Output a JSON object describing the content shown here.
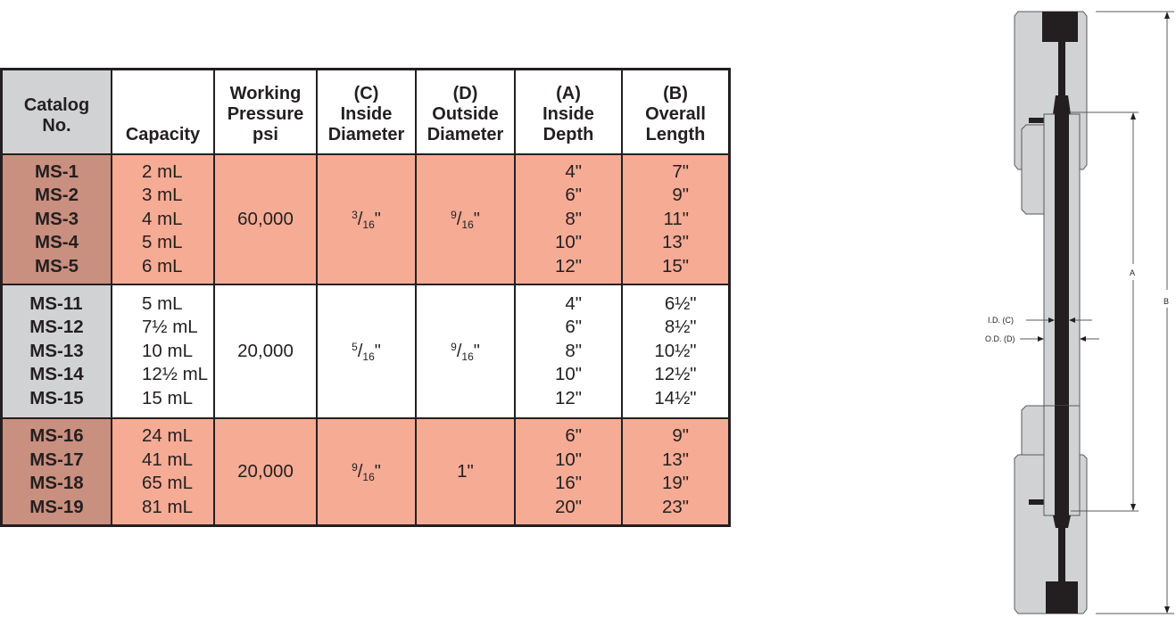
{
  "table": {
    "headers": [
      {
        "id": "catalog",
        "line1": "Catalog",
        "line2": "No.",
        "line3": ""
      },
      {
        "id": "capacity",
        "line1": "",
        "line2": "",
        "line3": "Capacity"
      },
      {
        "id": "pressure",
        "line1": "Working",
        "line2": "Pressure",
        "line3": "psi"
      },
      {
        "id": "id",
        "line1": "(C)",
        "line2": "Inside",
        "line3": "Diameter"
      },
      {
        "id": "od",
        "line1": "(D)",
        "line2": "Outside",
        "line3": "Diameter"
      },
      {
        "id": "depth",
        "line1": "(A)",
        "line2": "Inside",
        "line3": "Depth"
      },
      {
        "id": "length",
        "line1": "(B)",
        "line2": "Overall",
        "line3": "Length"
      }
    ],
    "groups": [
      {
        "catalog": [
          "MS-1",
          "MS-2",
          "MS-3",
          "MS-4",
          "MS-5"
        ],
        "capacity": [
          "2 mL",
          "3 mL",
          "4 mL",
          "5 mL",
          "6 mL"
        ],
        "pressure": "60,000",
        "inside_diameter": {
          "num": "3",
          "den": "16",
          "unit": "\""
        },
        "outside_diameter": {
          "num": "9",
          "den": "16",
          "unit": "\""
        },
        "inside_depth": [
          "4\"",
          "6\"",
          "8\"",
          "10\"",
          "12\""
        ],
        "overall_length": [
          "7\"",
          "9\"",
          "11\"",
          "13\"",
          "15\""
        ],
        "row_color": "#f6ab95",
        "catalog_color": "#c98f7f"
      },
      {
        "catalog": [
          "MS-11",
          "MS-12",
          "MS-13",
          "MS-14",
          "MS-15"
        ],
        "capacity": [
          "5 mL",
          "7½ mL",
          "10 mL",
          "12½ mL",
          "15 mL"
        ],
        "pressure": "20,000",
        "inside_diameter": {
          "num": "5",
          "den": "16",
          "unit": "\""
        },
        "outside_diameter": {
          "num": "9",
          "den": "16",
          "unit": "\""
        },
        "inside_depth": [
          "4\"",
          "6\"",
          "8\"",
          "10\"",
          "12\""
        ],
        "overall_length": [
          "6½\"",
          "8½\"",
          "10½\"",
          "12½\"",
          "14½\""
        ],
        "row_color": "#ffffff",
        "catalog_color": "#d1d2d4"
      },
      {
        "catalog": [
          "MS-16",
          "MS-17",
          "MS-18",
          "MS-19"
        ],
        "capacity": [
          "24 mL",
          "41 mL",
          "65 mL",
          "81 mL"
        ],
        "pressure": "20,000",
        "inside_diameter": {
          "num": "9",
          "den": "16",
          "unit": "\""
        },
        "outside_diameter": {
          "num": "",
          "den": "",
          "unit": "1\""
        },
        "inside_depth": [
          "6\"",
          "10\"",
          "16\"",
          "20\""
        ],
        "overall_length": [
          "9\"",
          "13\"",
          "19\"",
          "23\""
        ],
        "row_color": "#f6ab95",
        "catalog_color": "#c98f7f"
      }
    ]
  },
  "diagram": {
    "labels": {
      "inside_diameter": "I.D. (C)",
      "outside_diameter": "O.D. (D)",
      "inside_depth": "A",
      "overall_length": "B"
    },
    "colors": {
      "body": "#d1d2d4",
      "bore": "#231f20",
      "outline": "#58595b"
    }
  }
}
